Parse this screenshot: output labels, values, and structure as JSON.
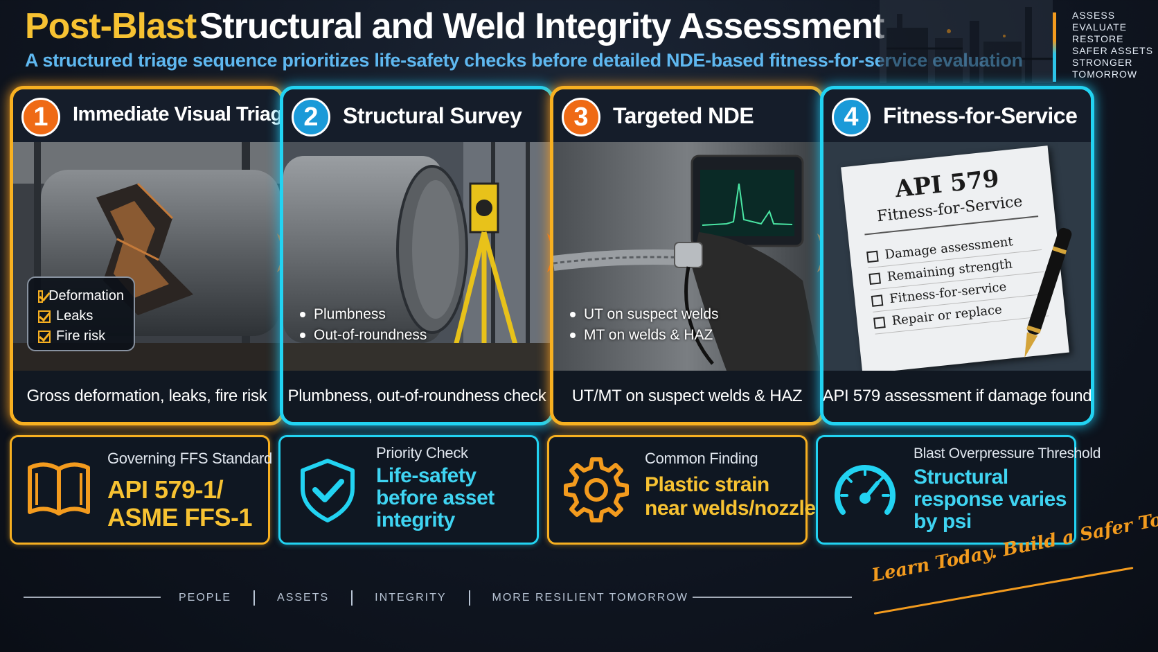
{
  "header": {
    "title_highlight": "Post-Blast",
    "title_rest": "Structural and Weld Integrity Assessment",
    "subtitle": "A structured triage sequence prioritizes life-safety checks before detailed NDE-based fitness-for-service evaluation"
  },
  "side_tags": [
    "ASSESS",
    "EVALUATE",
    "RESTORE",
    "SAFER ASSETS",
    "STRONGER",
    "TOMORROW"
  ],
  "steps": [
    {
      "number": "1",
      "title": "Immediate Visual Triage",
      "checklist": [
        "Deformation",
        "Leaks",
        "Fire risk"
      ],
      "caption": "Gross deformation, leaks, fire risk"
    },
    {
      "number": "2",
      "title": "Structural Survey",
      "bullets": [
        "Plumbness",
        "Out-of-roundness"
      ],
      "caption": "Plumbness, out-of-roundness check"
    },
    {
      "number": "3",
      "title": "Targeted NDE",
      "bullets": [
        "UT on suspect welds",
        "MT on welds & HAZ"
      ],
      "caption": "UT/MT on suspect welds & HAZ"
    },
    {
      "number": "4",
      "title": "Fitness-for-Service",
      "document": {
        "heading": "API 579",
        "subheading": "Fitness-for-Service",
        "items": [
          "Damage assessment",
          "Remaining strength",
          "Fitness-for-service",
          "Repair or replace"
        ]
      },
      "caption": "API 579 assessment if damage found"
    }
  ],
  "info_boxes": [
    {
      "label": "Governing FFS Standard",
      "value_line1": "API 579-1/",
      "value_line2": "ASME FFS-1",
      "icon": "book-icon"
    },
    {
      "label": "Priority Check",
      "value_line1": "Life-safety",
      "value_line2": "before asset",
      "value_line3": "integrity",
      "icon": "shield-check-icon"
    },
    {
      "label": "Common Finding",
      "value_line1": "Plastic strain",
      "value_line2": "near welds/nozzles",
      "icon": "gear-icon"
    },
    {
      "label": "Blast Overpressure Threshold",
      "value_line1": "Structural",
      "value_line2": "response varies",
      "value_line3": "by psi",
      "icon": "gauge-icon"
    }
  ],
  "footer": {
    "nav": [
      "PEOPLE",
      "ASSETS",
      "INTEGRITY",
      "MORE RESILIENT TOMORROW"
    ],
    "slogan": "Learn Today. Build a Safer Tomorrow."
  },
  "colors": {
    "orange": "#f7b021",
    "cyan": "#22d3f2",
    "title_yellow": "#f7c232",
    "subtitle_blue": "#5fb8f0"
  }
}
